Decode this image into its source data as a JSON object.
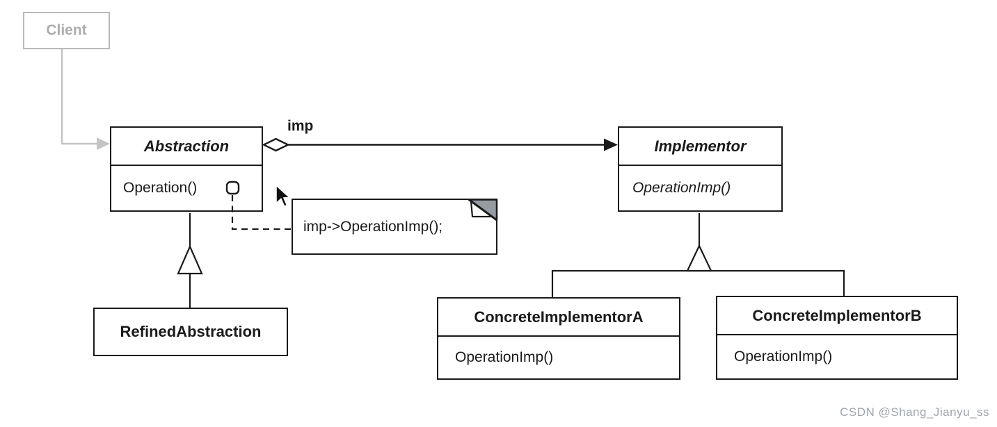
{
  "diagram_type": "uml-class-diagram",
  "classes": {
    "client": {
      "name": "Client"
    },
    "abstraction": {
      "name": "Abstraction",
      "method": "Operation()"
    },
    "implementor": {
      "name": "Implementor",
      "method": "OperationImp()"
    },
    "refined_abstraction": {
      "name": "RefinedAbstraction"
    },
    "concrete_implementor_a": {
      "name": "ConcreteImplementorA",
      "method": "OperationImp()"
    },
    "concrete_implementor_b": {
      "name": "ConcreteImplementorB",
      "method": "OperationImp()"
    }
  },
  "relations": {
    "association_label": "imp"
  },
  "note": {
    "text": "imp->OperationImp();"
  },
  "watermark": "CSDN @Shang_Jianyu_ss",
  "colors": {
    "line": "#1a1a1a",
    "muted_gray": "#c4c4c4",
    "note_fold_gray": "#969ca1",
    "watermark_gray": "#9fa5ab",
    "background": "#ffffff"
  }
}
